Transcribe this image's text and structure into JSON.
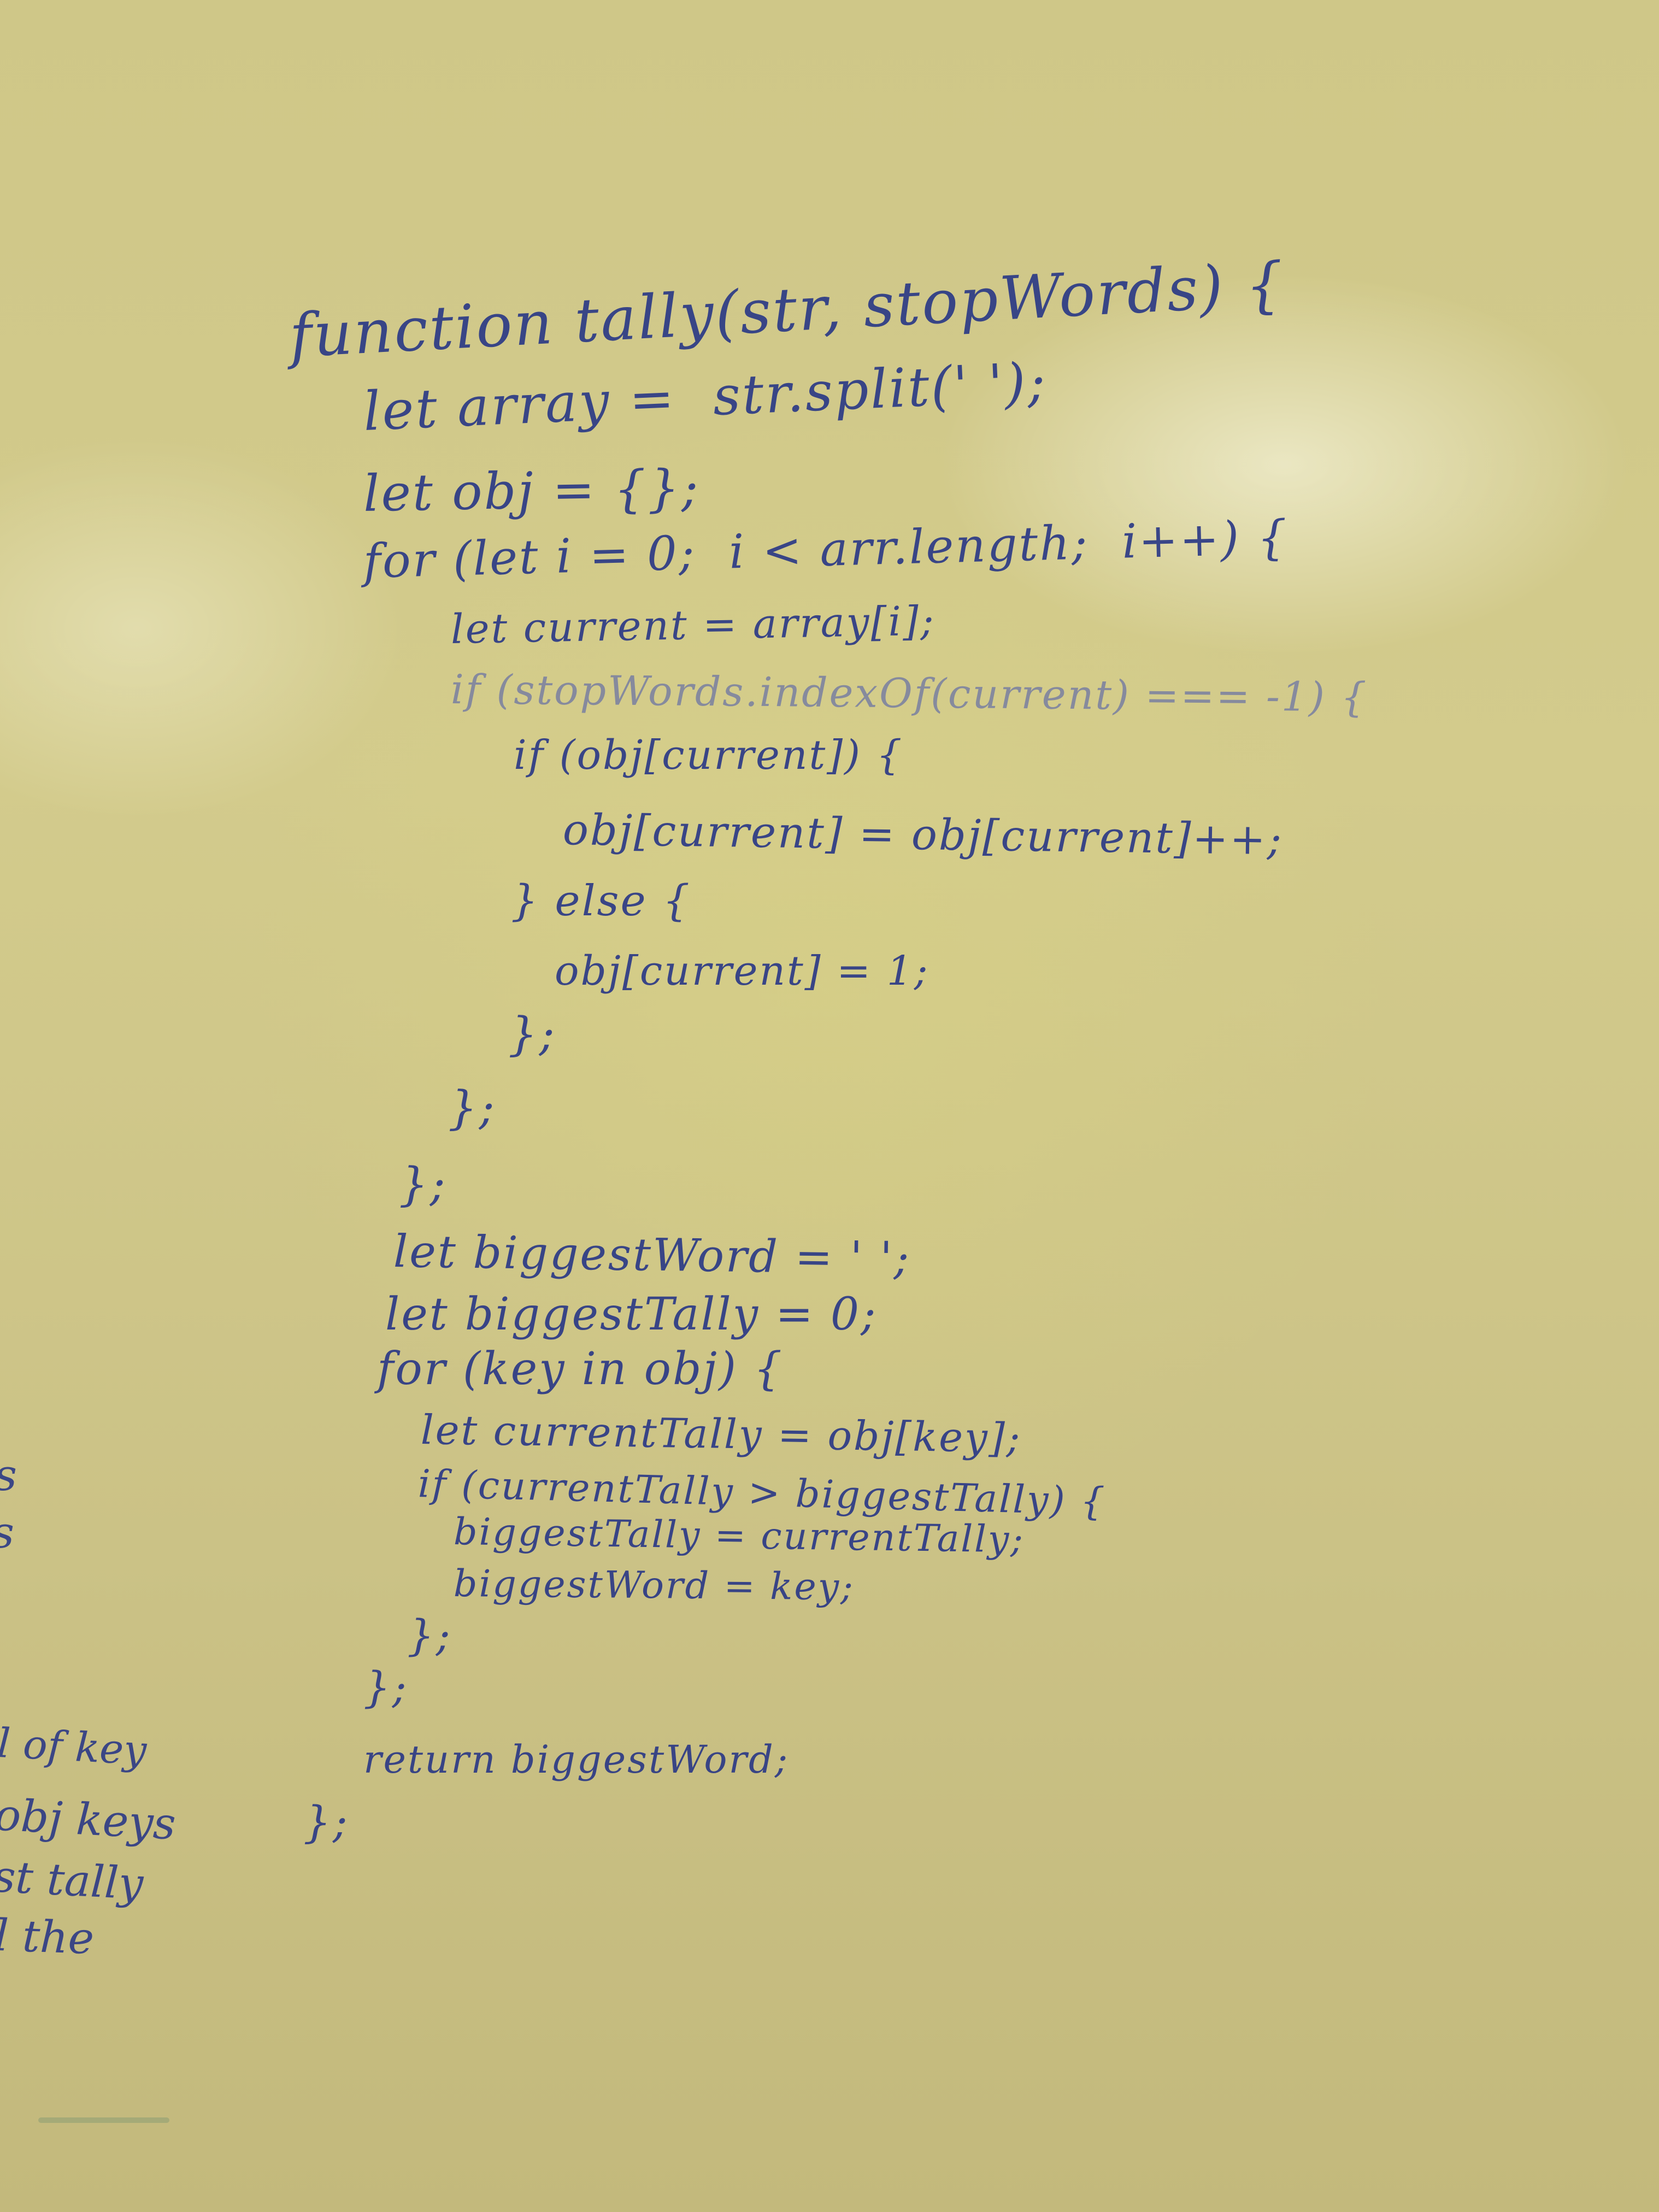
{
  "code_lines": [
    "function tally(str, stopWords) {",
    "let array =  str.split(' ');",
    "let obj = {};",
    "for (let i = 0;  i < arr.length;  i++) {",
    "let current = array[i];",
    "if (stopWords.indexOf(current) === -1) {",
    "if (obj[current]) {",
    "obj[current] = obj[current]++;",
    "} else {",
    "obj[current] = 1;",
    "};",
    "};",
    "};",
    "let biggestWord = ' ';",
    "let biggestTally = 0;",
    "for (key in obj) {",
    "let currentTally = obj[key];",
    "if (currentTally > biggestTally) {",
    "biggestTally = currentTally;",
    "biggestWord = key;",
    "};",
    "};",
    "return biggestWord;",
    "};"
  ],
  "margin_notes": [
    "s",
    "s",
    "l of key",
    "obj keys",
    "est tally",
    "l the"
  ]
}
